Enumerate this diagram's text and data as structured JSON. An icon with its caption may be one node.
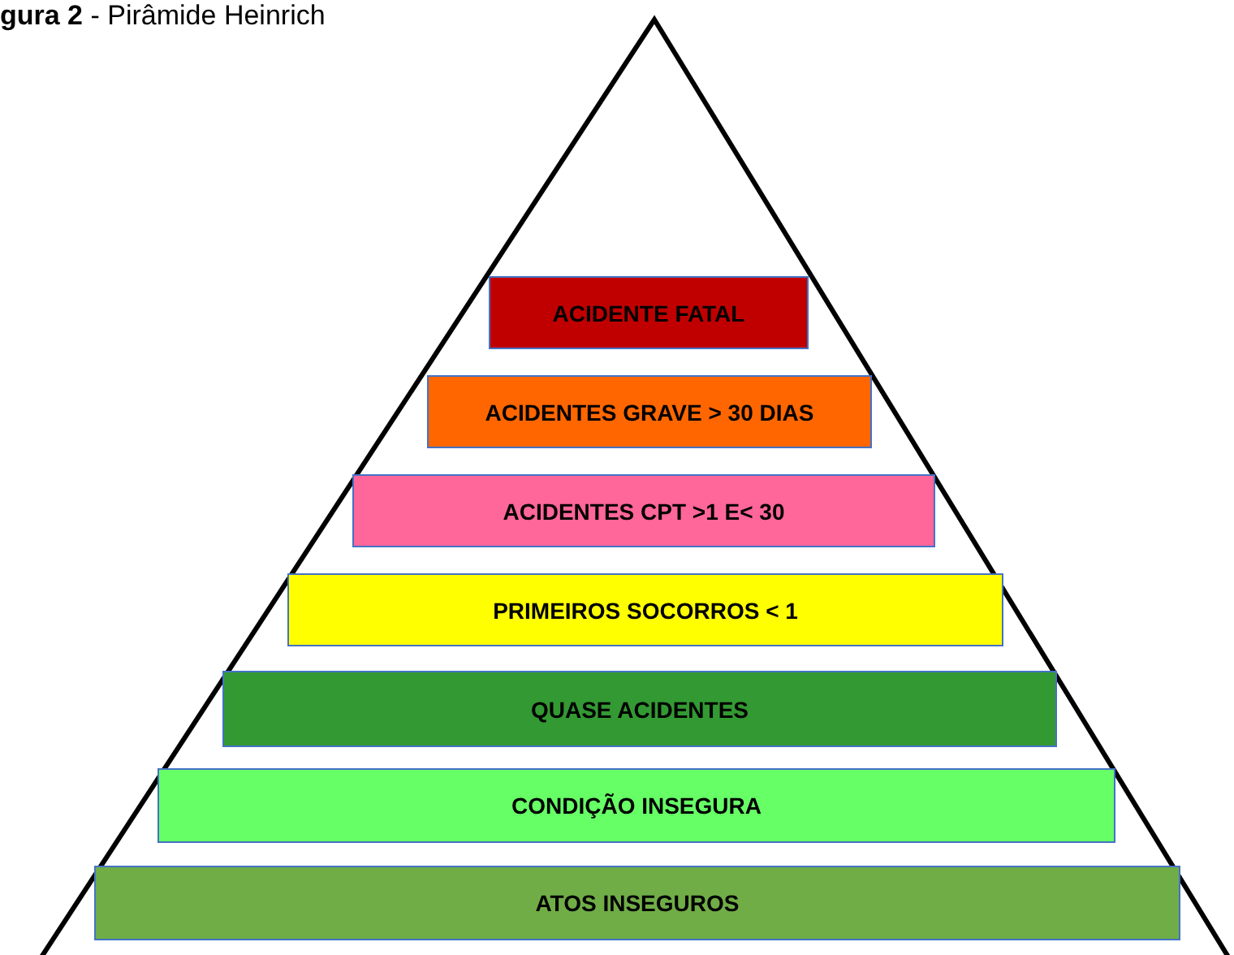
{
  "diagram": {
    "title": "**gura 2** - Pirâmide Heinrich",
    "nodes": [
      {
        "text": [
          "ACIDENTE FATAL"
        ]
      },
      {
        "text": [
          "ACIDENTES GRAVE > 30 DIAS"
        ]
      },
      {
        "text": [
          "ACIDENTES CPT >1 E< 30"
        ]
      },
      {
        "text": [
          "PRIMEIROS SOCORROS < 1"
        ]
      },
      {
        "text": [
          "QUASE ACIDENTES"
        ]
      },
      {
        "text": [
          "CONDIÇÃO INSEGURA"
        ]
      },
      {
        "text": [
          "ATOS INSEGUROS"
        ]
      }
    ]
  }
}
